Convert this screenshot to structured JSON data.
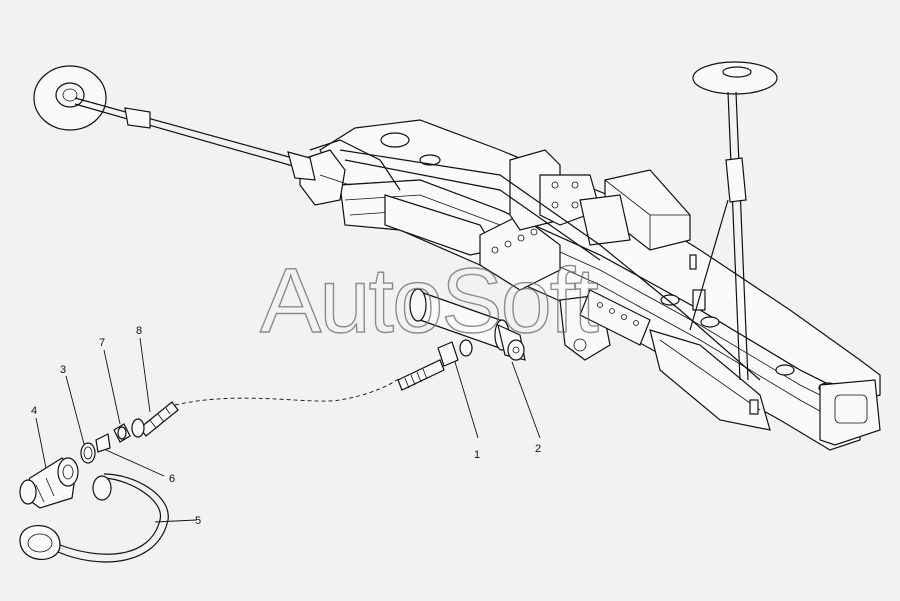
{
  "watermark": "AutoSoft",
  "callouts": [
    {
      "id": "1",
      "label": "1"
    },
    {
      "id": "2",
      "label": "2"
    },
    {
      "id": "3",
      "label": "3"
    },
    {
      "id": "4",
      "label": "4"
    },
    {
      "id": "5",
      "label": "5"
    },
    {
      "id": "6",
      "label": "6"
    },
    {
      "id": "7",
      "label": "7"
    },
    {
      "id": "8",
      "label": "8"
    }
  ]
}
